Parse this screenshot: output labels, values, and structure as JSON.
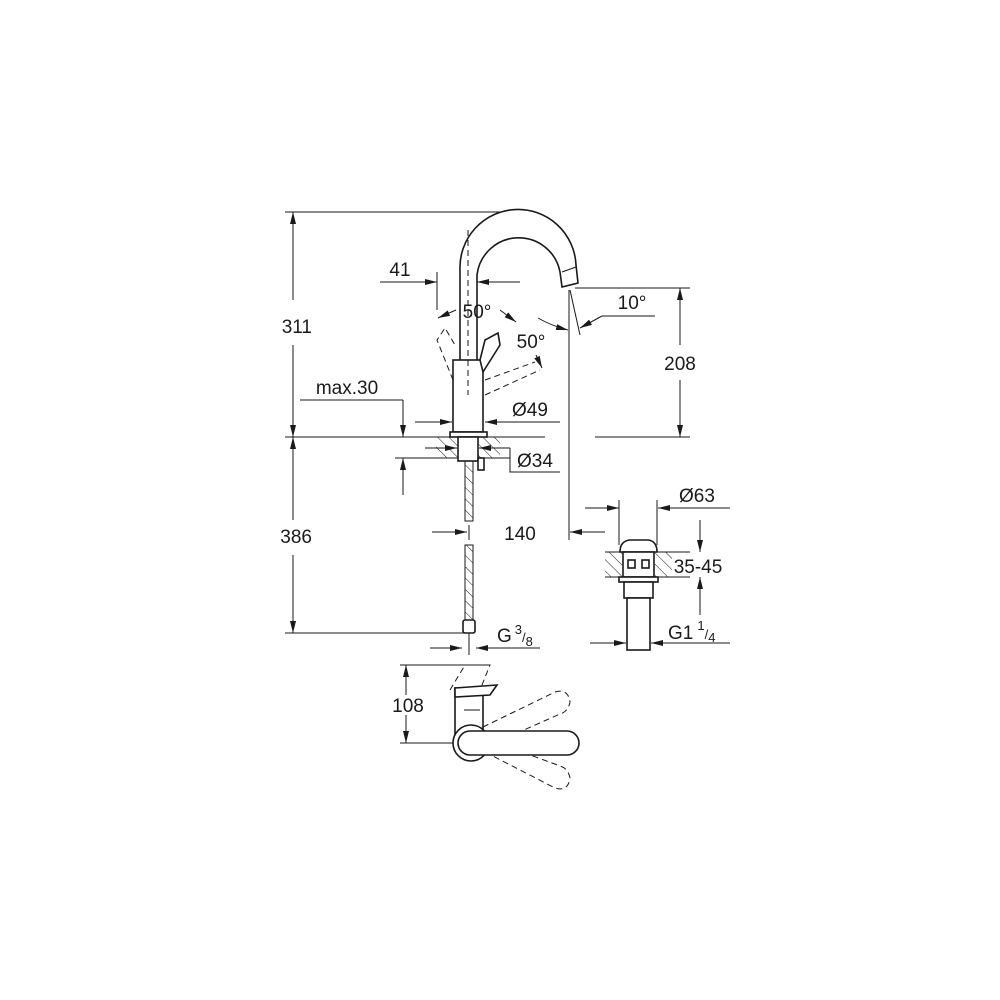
{
  "drawing": {
    "dimensions": {
      "total_height": "311",
      "below_deck": "386",
      "spout_height": "208",
      "lever_offset": "41",
      "lever_angle_left": "50°",
      "lever_angle_right": "50°",
      "spout_angle": "10°",
      "max_deck": "max.30",
      "body_diameter": "Ø49",
      "shank_diameter": "Ø34",
      "projection": "140",
      "drain_diameter": "Ø63",
      "drain_thickness": "35-45",
      "drain_thread": {
        "base": "G1",
        "num": "1",
        "den": "4"
      },
      "supply_thread": {
        "base": "G",
        "num": "3",
        "den": "8"
      },
      "top_view_height": "108"
    }
  }
}
